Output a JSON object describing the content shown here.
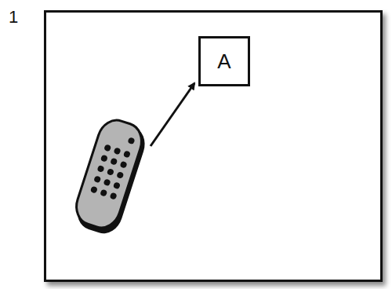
{
  "diagram": {
    "nodes": [
      {
        "text": [
          "1"
        ]
      },
      {
        "text": [
          "A"
        ],
        "in": 0
      }
    ]
  }
}
